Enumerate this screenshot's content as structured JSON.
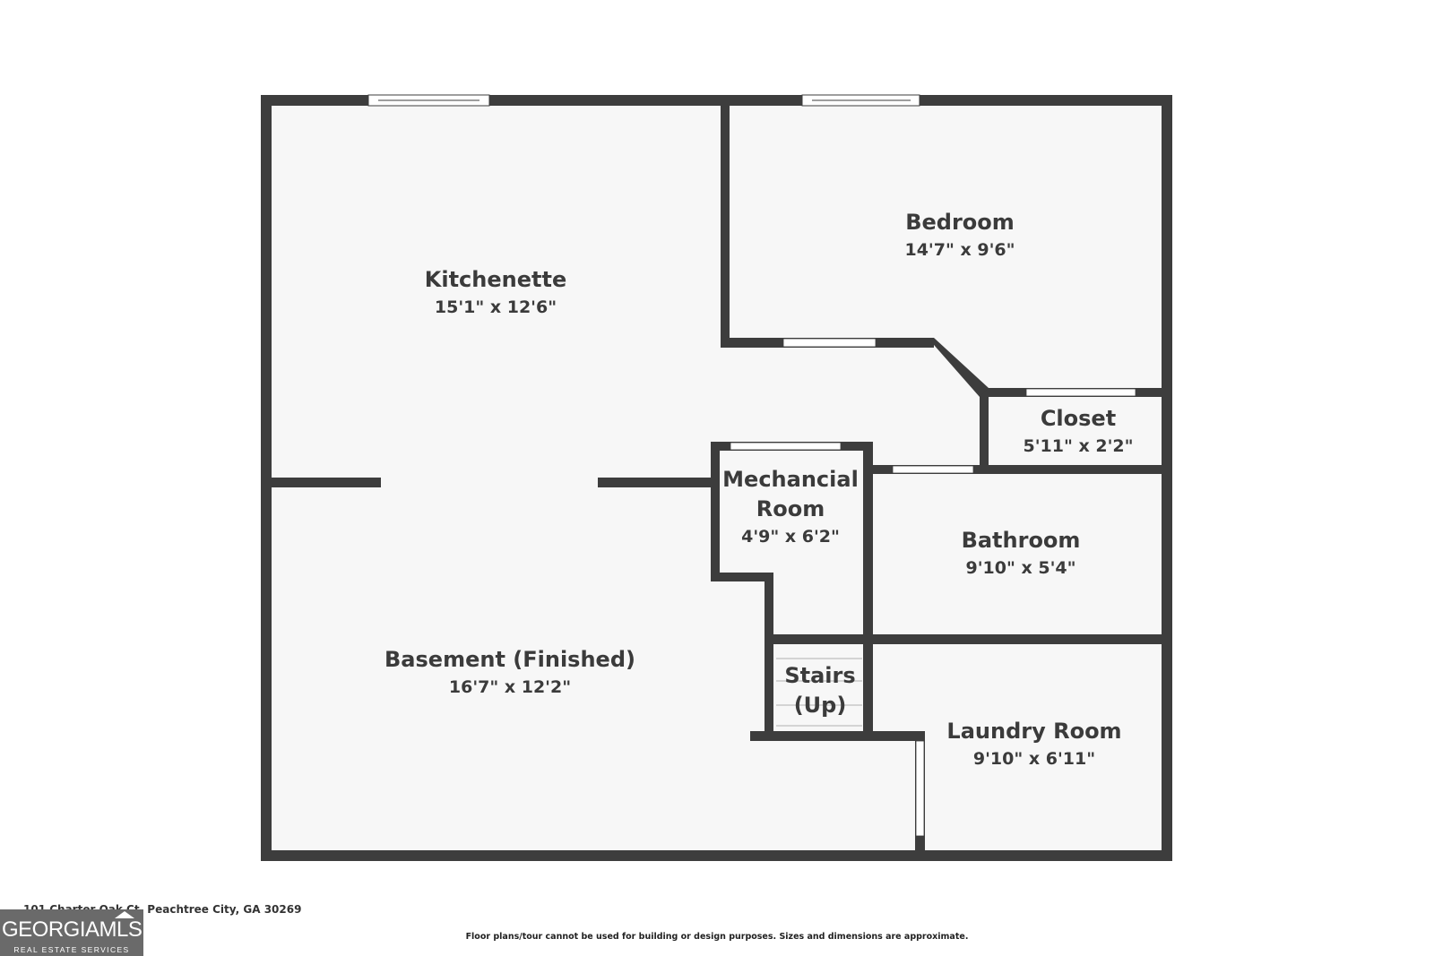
{
  "rooms": {
    "kitchenette": {
      "name": "Kitchenette",
      "dims": "15'1\" x 12'6\""
    },
    "bedroom": {
      "name": "Bedroom",
      "dims": "14'7\" x 9'6\""
    },
    "closet": {
      "name": "Closet",
      "dims": "5'11\" x 2'2\""
    },
    "mechanical": {
      "name_line1": "Mechancial",
      "name_line2": "Room",
      "dims": "4'9\" x 6'2\""
    },
    "bathroom": {
      "name": "Bathroom",
      "dims": "9'10\" x 5'4\""
    },
    "basement": {
      "name": "Basement (Finished)",
      "dims": "16'7\" x 12'2\""
    },
    "stairs": {
      "name_line1": "Stairs",
      "name_line2": "(Up)"
    },
    "laundry": {
      "name": "Laundry Room",
      "dims": "9'10\" x 6'11\""
    }
  },
  "footer": {
    "address": "101 Charter Oak Ct, Peachtree City, GA 30269",
    "disclaimer": "Floor plans/tour cannot be used for building or design purposes. Sizes and dimensions are approximate."
  },
  "logo": {
    "main": "GEORGIAMLS",
    "sub": "REAL ESTATE SERVICES"
  },
  "colors": {
    "wall": "#3d3d3d",
    "floor": "#f7f7f7",
    "text": "#3b3b3b",
    "logo_bg": "#6a6a6a"
  }
}
